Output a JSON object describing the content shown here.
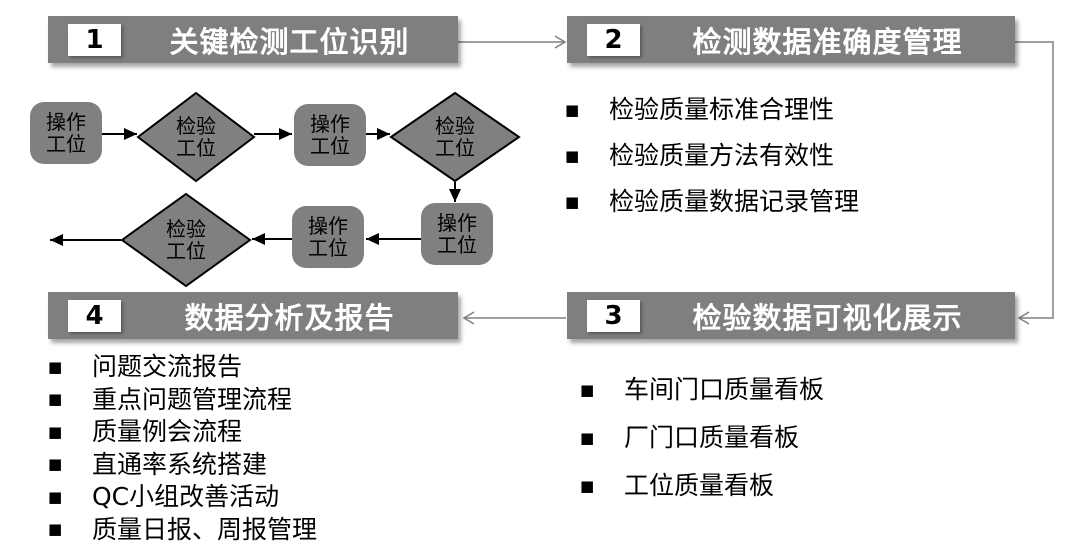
{
  "colors": {
    "header_fill": "#7f7f7f",
    "header_text": "#ffffff",
    "number_box_fill": "#ffffff",
    "number_text": "#000000",
    "shape_fill": "#808080",
    "shape_border": "#000000",
    "flow_arrow": "#000000",
    "connector": "#808080",
    "bullet": "#000000",
    "background": "#ffffff"
  },
  "bullet_char": "■",
  "sections": [
    {
      "number": "1",
      "title": "关键检测工位识别"
    },
    {
      "number": "2",
      "title": "检测数据准确度管理",
      "items": [
        "检验质量标准合理性",
        "检验质量方法有效性",
        "检验质量数据记录管理"
      ]
    },
    {
      "number": "3",
      "title": "检验数据可视化展示",
      "items": [
        "车间门口质量看板",
        "厂门口质量看板",
        "工位质量看板"
      ]
    },
    {
      "number": "4",
      "title": "数据分析及报告",
      "items": [
        "问题交流报告",
        "重点问题管理流程",
        "质量例会流程",
        "直通率系统搭建",
        "QC小组改善活动",
        "质量日报、周报管理"
      ]
    }
  ],
  "flowchart": {
    "nodes": [
      {
        "type": "process",
        "line1": "操作",
        "line2": "工位"
      },
      {
        "type": "decision",
        "line1": "检验",
        "line2": "工位"
      },
      {
        "type": "process",
        "line1": "操作",
        "line2": "工位"
      },
      {
        "type": "decision",
        "line1": "检验",
        "line2": "工位"
      },
      {
        "type": "process",
        "line1": "操作",
        "line2": "工位"
      },
      {
        "type": "process",
        "line1": "操作",
        "line2": "工位"
      },
      {
        "type": "decision",
        "line1": "检验",
        "line2": "工位"
      }
    ]
  }
}
